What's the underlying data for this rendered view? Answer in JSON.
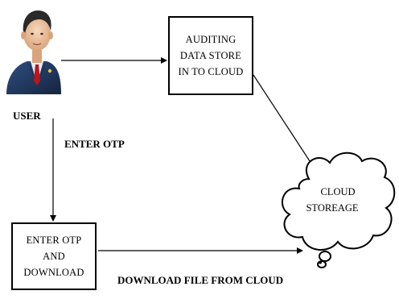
{
  "user": {
    "label": "USER",
    "icon": "user-avatar-icon"
  },
  "audit_box": {
    "lines": [
      "AUDITING",
      "DATA STORE",
      "IN TO CLOUD"
    ]
  },
  "otp_box": {
    "lines": [
      "ENTER OTP",
      "AND",
      "DOWNLOAD"
    ]
  },
  "cloud": {
    "lines": [
      "CLOUD",
      "STOREAGE"
    ],
    "icon": "cloud-icon"
  },
  "edge_labels": {
    "enter_otp": "ENTER OTP",
    "download": "DOWNLOAD FILE FROM CLOUD"
  },
  "colors": {
    "stroke": "#000000",
    "suit": "#1f3559",
    "tie": "#c0141b",
    "skin": "#f1c8a4",
    "hair": "#2a2a2a"
  }
}
